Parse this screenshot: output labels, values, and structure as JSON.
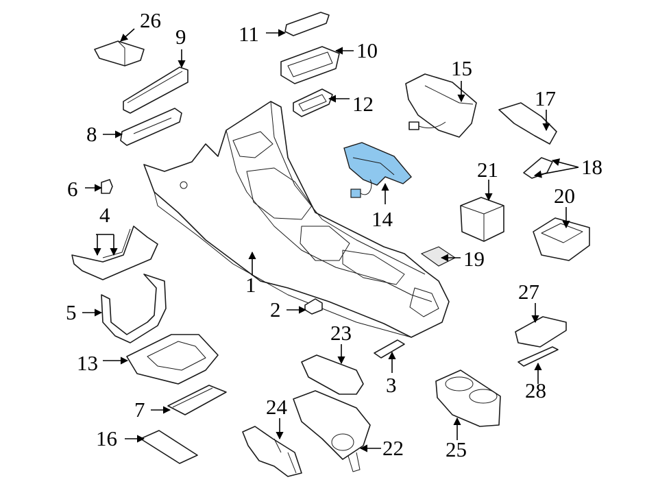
{
  "diagram": {
    "highlight_color": "#8ec7ee",
    "callouts": {
      "c1": "1",
      "c2": "2",
      "c3": "3",
      "c4": "4",
      "c5": "5",
      "c6": "6",
      "c7": "7",
      "c8": "8",
      "c9": "9",
      "c10": "10",
      "c11": "11",
      "c12": "12",
      "c13": "13",
      "c14": "14",
      "c15": "15",
      "c16": "16",
      "c17": "17",
      "c18": "18",
      "c19": "19",
      "c20": "20",
      "c21": "21",
      "c22": "22",
      "c23": "23",
      "c24": "24",
      "c25": "25",
      "c26": "26",
      "c27": "27",
      "c28": "28"
    }
  }
}
